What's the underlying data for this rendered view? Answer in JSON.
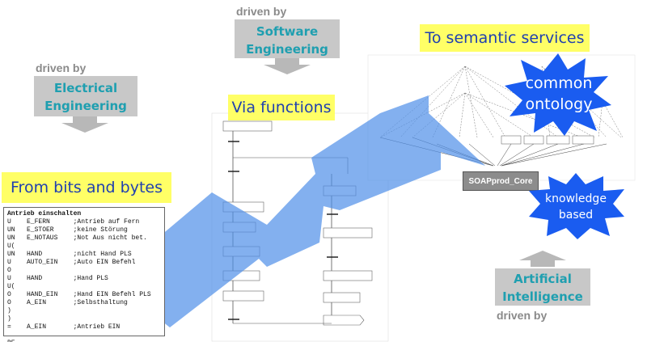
{
  "top_center": {
    "driven_by": "driven by",
    "box_line1": "Software",
    "box_line2": "Engineering"
  },
  "top_left": {
    "driven_by": "driven by",
    "box_line1": "Electrical",
    "box_line2": "Engineering"
  },
  "labels": {
    "semantic": "To semantic services",
    "functions": "Via functions",
    "bits": "From bits and bytes"
  },
  "bursts": {
    "common_line1": "common",
    "common_line2": "ontology",
    "knowledge_line1": "knowledge",
    "knowledge_line2": "based"
  },
  "bottom_right": {
    "box_line1": "Artificial",
    "box_line2": "Intelligence",
    "driven_by": "driven by"
  },
  "soap_core": "SOAPprod_Core",
  "plc_program": {
    "title": "Antrieb einschalten",
    "lines": [
      "U    E_FERN      ;Antrieb auf Fern",
      "UN   E_STOER     ;keine Störung",
      "UN   E_NOTAUS    ;Not Aus nicht bet.",
      "U(",
      "UN   HAND        ;nicht Hand PLS",
      "U    AUTO_EIN    ;Auto EIN Befehl",
      "O",
      "U    HAND        ;Hand PLS",
      "U(",
      "O    HAND_EIN    ;Hand EIN Befehl PLS",
      "O    A_EIN       ;Selbsthaltung",
      ")",
      ")",
      "=    A_EIN       ;Antrieb EIN",
      "",
      "BE"
    ]
  },
  "colors": {
    "arrow_blue": "#4f8fe8",
    "label_yellow": "#ffff66",
    "label_text": "#1f3fb0",
    "grey_box": "#c8c8c8",
    "teal_text": "#1f9fb0",
    "burst_blue": "#1a5cf0"
  }
}
